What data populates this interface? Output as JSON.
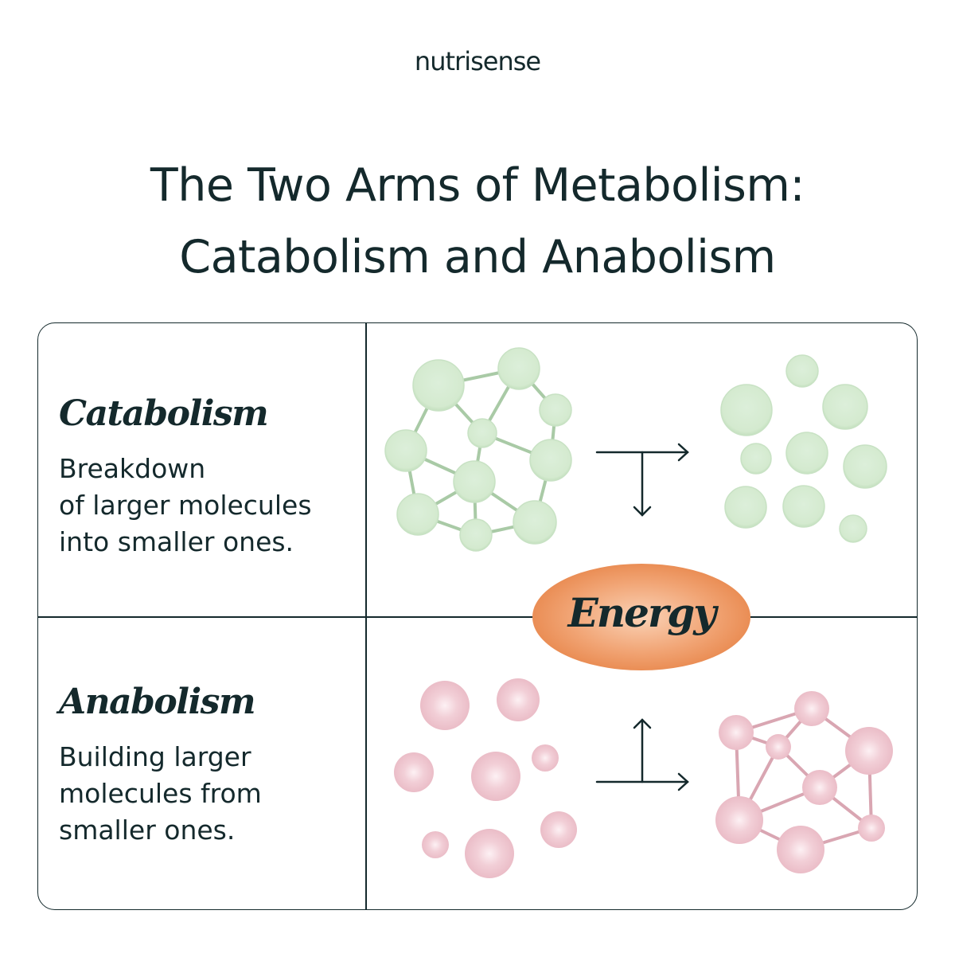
{
  "brand": {
    "name": "nutrisense"
  },
  "title": {
    "line1": "The Two Arms of Metabolism:",
    "line2": "Catabolism and Anabolism"
  },
  "catabolism": {
    "heading": "Catabolism",
    "description": "Breakdown\nof larger molecules\ninto smaller ones.",
    "color": "#d5ebd3"
  },
  "anabolism": {
    "heading": "Anabolism",
    "description": "Building larger\nmolecules from\nsmaller ones.",
    "color": "#efc3cd"
  },
  "energy": {
    "label": "Energy",
    "color": "#e9894f"
  },
  "colors": {
    "ink": "#14292c",
    "green_node": "#d5ebd3",
    "green_edge": "#a9caa6",
    "pink_node": "#efc3cd",
    "pink_edge": "#d9a6b2"
  }
}
